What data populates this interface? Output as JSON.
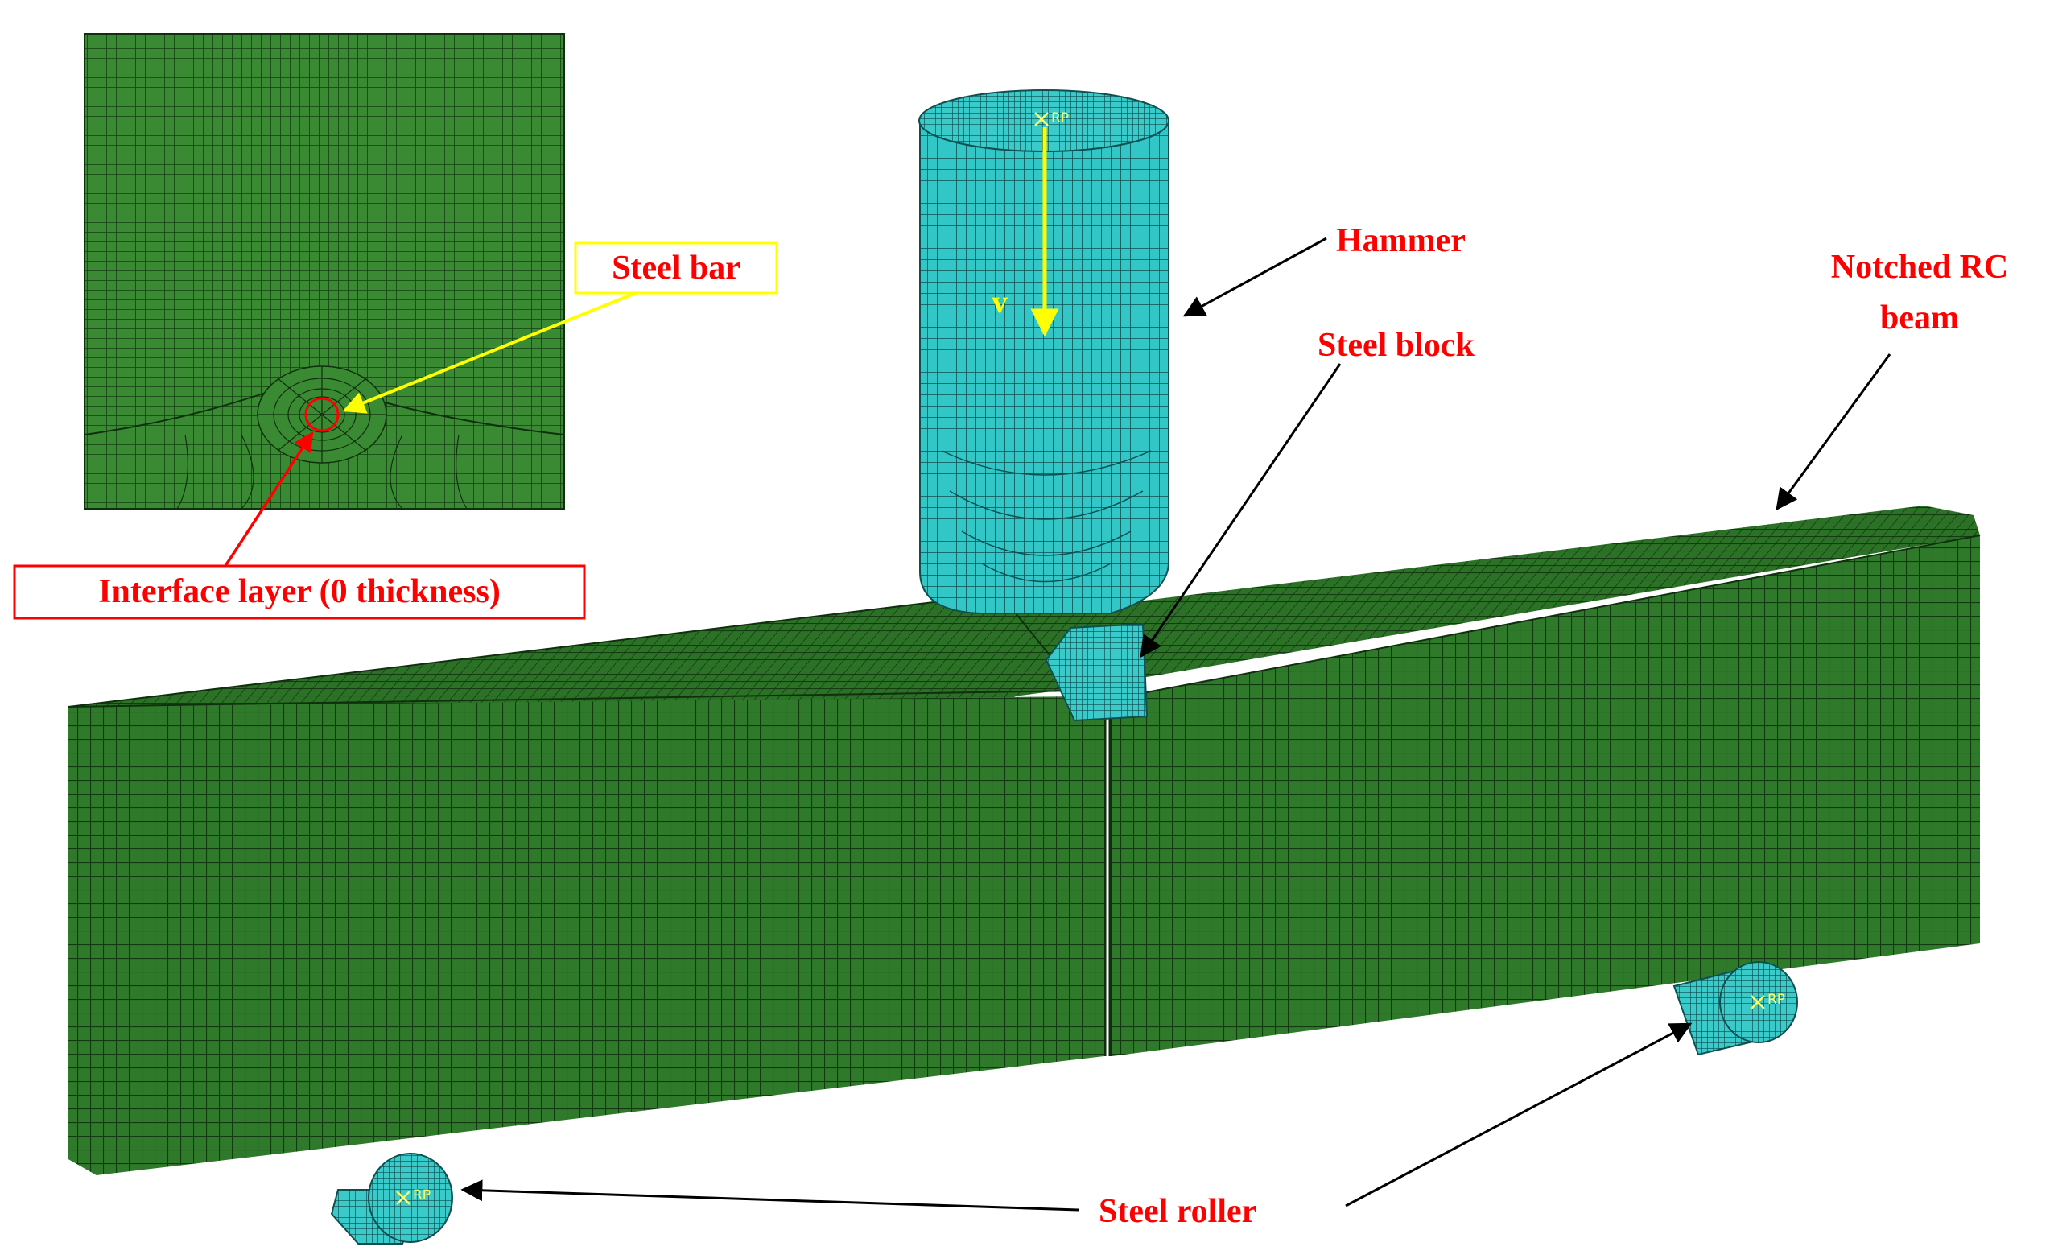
{
  "labels": {
    "steel_bar": "Steel bar",
    "interface_layer": "Interface layer (0 thickness)",
    "hammer": "Hammer",
    "steel_block": "Steel block",
    "notched_rc_beam_line1": "Notched RC",
    "notched_rc_beam_line2": "beam",
    "steel_roller": "Steel roller",
    "velocity": "v",
    "reference_point": "RP"
  },
  "colors": {
    "concrete_mesh": "#2f7a2a",
    "steel_mesh": "#2ec4c4",
    "label_text": "#ff0000",
    "velocity_arrow": "#ffff00",
    "steel_bar_callout_border": "#ffff00",
    "interface_callout_border": "#ff0000"
  }
}
